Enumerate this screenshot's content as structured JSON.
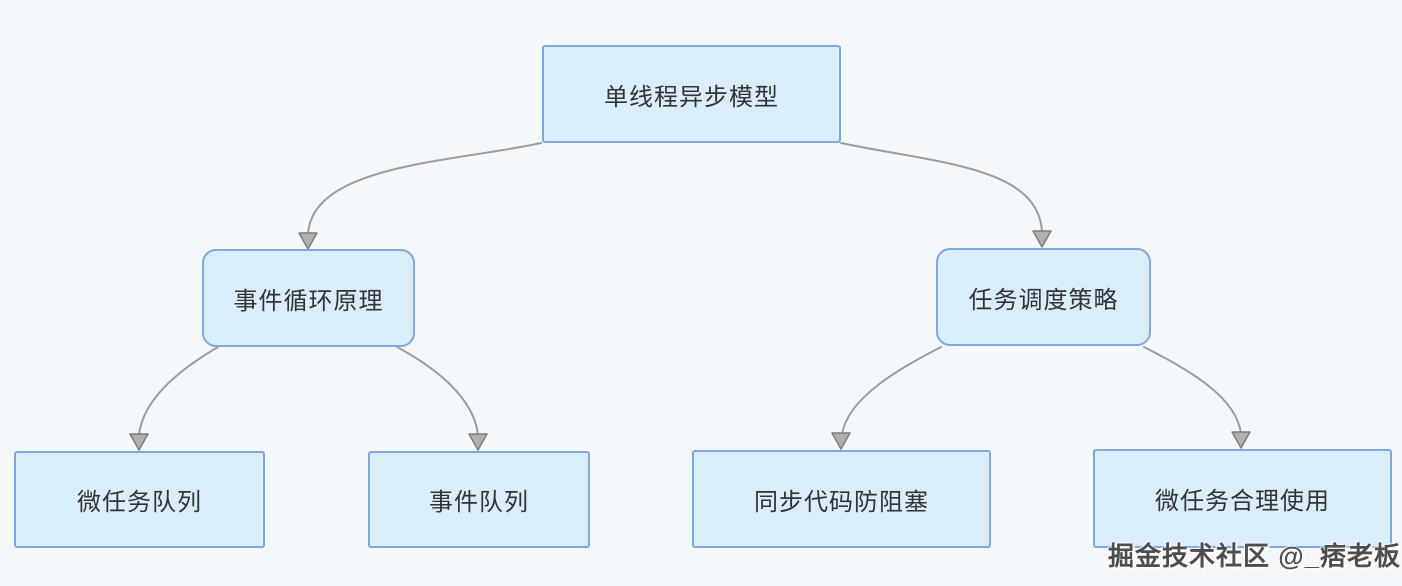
{
  "diagram": {
    "title_context": "single-thread-async-model-mindmap",
    "root": {
      "label": "单线程异步模型"
    },
    "branches": [
      {
        "label": "事件循环原理",
        "children": [
          {
            "label": "微任务队列"
          },
          {
            "label": "事件队列"
          }
        ]
      },
      {
        "label": "任务调度策略",
        "children": [
          {
            "label": "同步代码防阻塞"
          },
          {
            "label": "微任务合理使用"
          }
        ]
      }
    ]
  },
  "watermark": {
    "text": "掘金技术社区 @_痞老板"
  },
  "colors": {
    "background": "#f5f8fb",
    "node_fill": "#d9edfa",
    "node_border": "#7ea6e2",
    "node_text": "#333333",
    "connector": "#9c9c9c",
    "arrowhead_fill": "#b0b0b0",
    "arrowhead_stroke": "#7d7d7d",
    "watermark_text": "#4d4d4d"
  }
}
